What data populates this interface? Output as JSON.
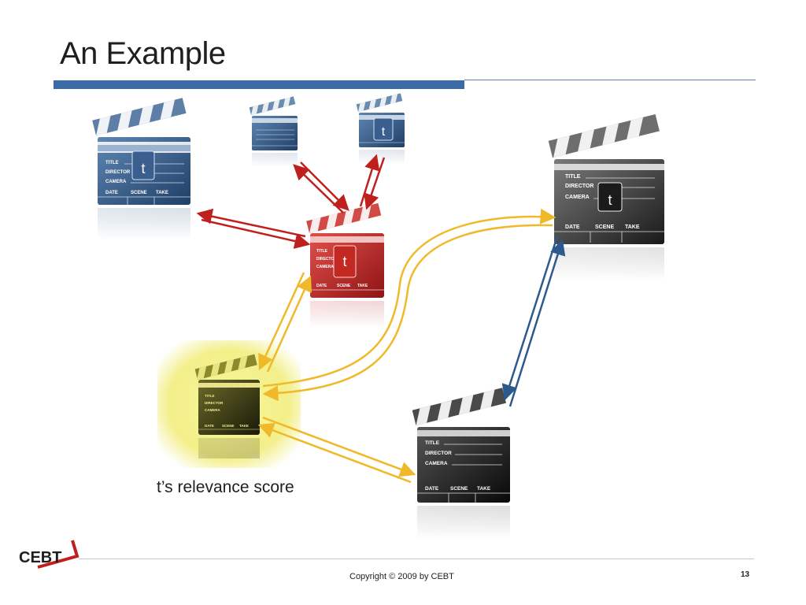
{
  "slide": {
    "title": "An Example",
    "page_number": "13"
  },
  "diagram": {
    "caption": "t’s relevance score",
    "node_token": "t",
    "clapperboard_fields": {
      "title": "TITLE",
      "director": "DIRECTOR",
      "camera": "CAMERA",
      "date": "DATE",
      "scene": "SCENE",
      "take": "TAKE"
    }
  },
  "footer": {
    "copyright": "Copyright © 2009 by CEBT",
    "logo_text": "CEBT"
  },
  "colors": {
    "accent_blue": "#3a6ba5",
    "arrow_red": "#c0201d",
    "arrow_yellow": "#f0b92a",
    "arrow_blue": "#2d5a8c",
    "highlight_yellow": "#f5f39a"
  }
}
